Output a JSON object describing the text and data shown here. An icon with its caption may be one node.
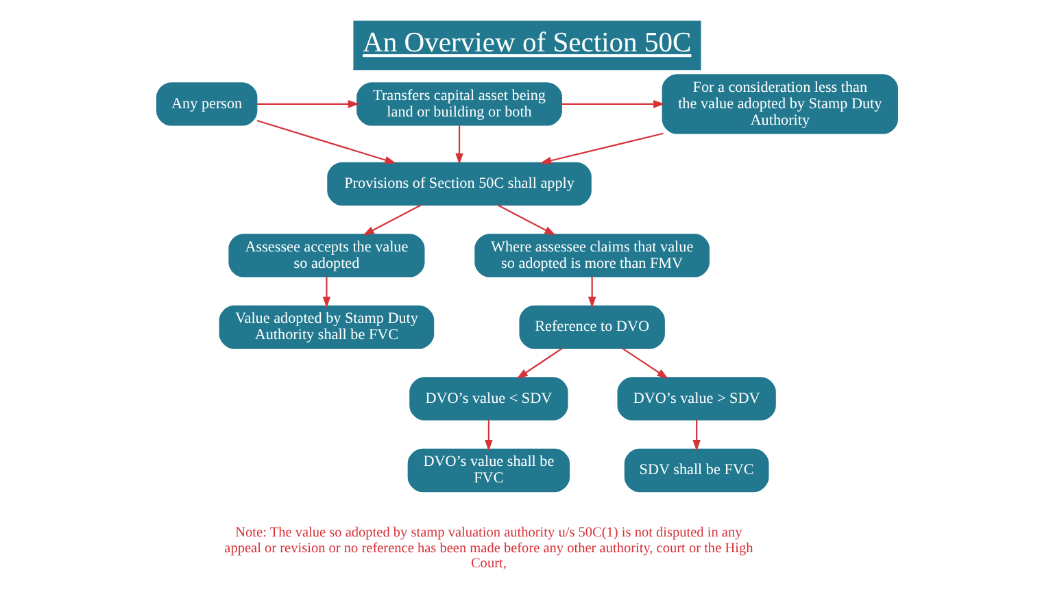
{
  "diagram": {
    "title": "An Overview of Section 50C",
    "nodes": [
      {
        "text": [
          "Any person"
        ]
      },
      {
        "text": [
          "Transfers capital asset being land or building or both"
        ]
      },
      {
        "text": [
          "For a consideration less than the value adopted by Stamp Duty Authority"
        ]
      },
      {
        "text": [
          "Provisions of Section 50C shall apply"
        ]
      },
      {
        "text": [
          "Assessee accepts the value so adopted"
        ]
      },
      {
        "text": [
          "Where assessee claims that value so adopted is more than FMV"
        ]
      },
      {
        "text": [
          "Value adopted by Stamp Duty Authority shall be FVC"
        ]
      },
      {
        "text": [
          "Reference to DVO"
        ]
      },
      {
        "text": [
          "DVO’s value < SDV"
        ]
      },
      {
        "text": [
          "DVO’s value > SDV"
        ]
      },
      {
        "text": [
          "DVO’s value shall be FVC"
        ]
      },
      {
        "text": [
          "SDV shall be FVC"
        ]
      }
    ],
    "edges": [
      {
        "from": 0,
        "to": 1,
        "arrow": "to"
      },
      {
        "from": 1,
        "to": 2,
        "arrow": "to"
      },
      {
        "from": 0,
        "to": 3,
        "arrow": "to"
      },
      {
        "from": 1,
        "to": 3,
        "arrow": "to"
      },
      {
        "from": 2,
        "to": 3,
        "arrow": "to"
      },
      {
        "from": 3,
        "to": 4,
        "arrow": "to"
      },
      {
        "from": 3,
        "to": 5,
        "arrow": "to"
      },
      {
        "from": 4,
        "to": 6,
        "arrow": "to"
      },
      {
        "from": 5,
        "to": 7,
        "arrow": "to"
      },
      {
        "from": 7,
        "to": 8,
        "arrow": "to"
      },
      {
        "from": 7,
        "to": 9,
        "arrow": "to"
      },
      {
        "from": 8,
        "to": 10,
        "arrow": "to"
      },
      {
        "from": 9,
        "to": 11,
        "arrow": "to"
      }
    ],
    "labels": [
      "Note: The value so adopted by stamp valuation authority u/s 50C(1) is not disputed in any appeal or revision or no reference has been made before any other authority, court or the High Court,"
    ]
  }
}
